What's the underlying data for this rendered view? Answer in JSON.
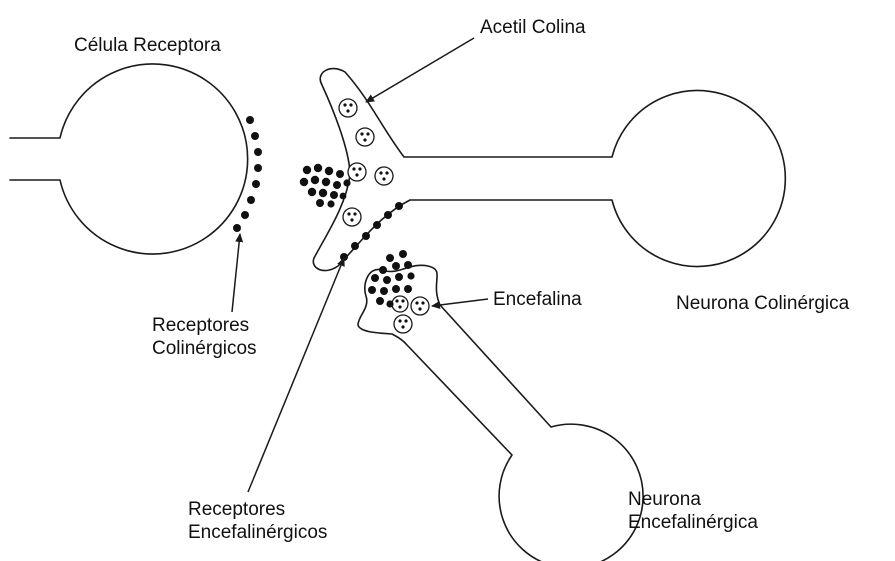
{
  "labels": {
    "celula_receptora": "Célula Receptora",
    "acetil_colina": "Acetil Colina",
    "neurona_colinergica": "Neurona Colinérgica",
    "encefalina": "Encefalina",
    "receptores_colinergicos_1": "Receptores",
    "receptores_colinergicos_2": "Colinérgicos",
    "receptores_encefalinergicos_1": "Receptores",
    "receptores_encefalinergicos_2": "Encefalinérgicos",
    "neurona_encefalinergica_1": "Neurona",
    "neurona_encefalinergica_2": "Encefalinérgica"
  }
}
